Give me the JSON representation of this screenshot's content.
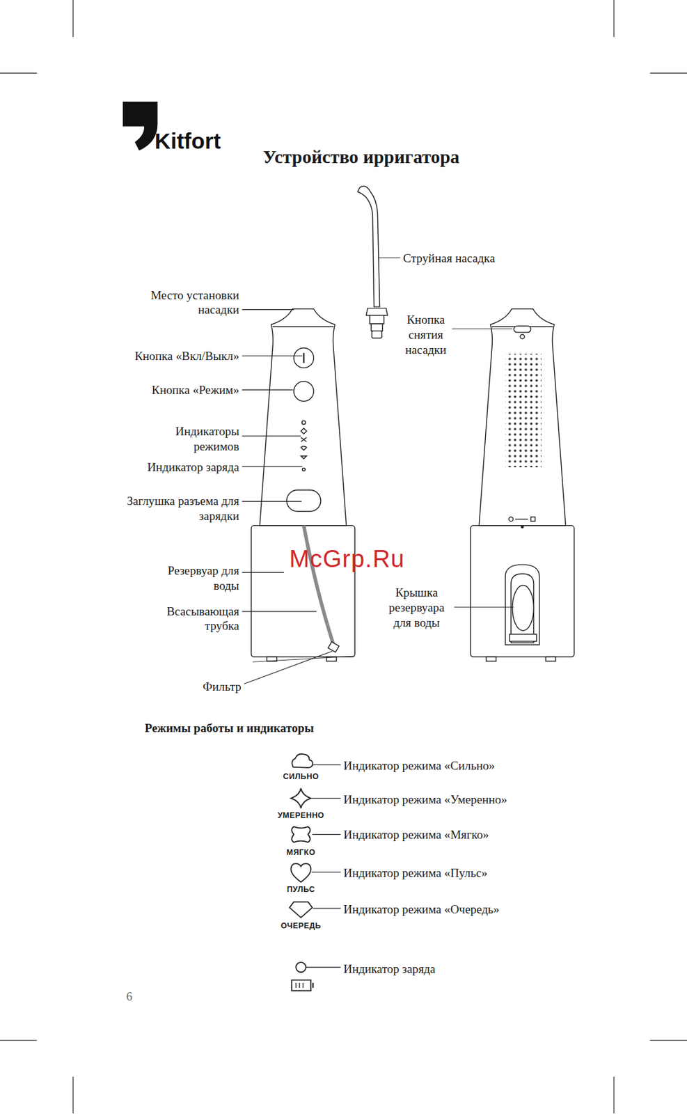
{
  "diagram": {
    "title": "Устройство ирригатора",
    "labels": [
      "Kitfort",
      "Струйная насадка",
      "Место установки насадки",
      "Кнопка снятия насадки",
      "Кнопка «Вкл/Выкл»",
      "Кнопка «Режим»",
      "Индикаторы режимов",
      "Индикатор заряда",
      "Заглушка разъема для зарядки",
      "Резервуар для воды",
      "Крышка резервуара для воды",
      "Всасывающая трубка",
      "Фильтр",
      "McGrp.Ru",
      "Режимы работы и индикаторы",
      "СИЛЬНО",
      "Индикатор режима «Сильно»",
      "УМЕРЕННО",
      "Индикатор режима «Умеренно»",
      "МЯГКО",
      "Индикатор режима «Мягко»",
      "ПУЛЬС",
      "Индикатор режима «Пульс»",
      "ОЧЕРЕДЬ",
      "Индикатор режима «Очередь»",
      "Индикатор заряда",
      "6"
    ]
  }
}
